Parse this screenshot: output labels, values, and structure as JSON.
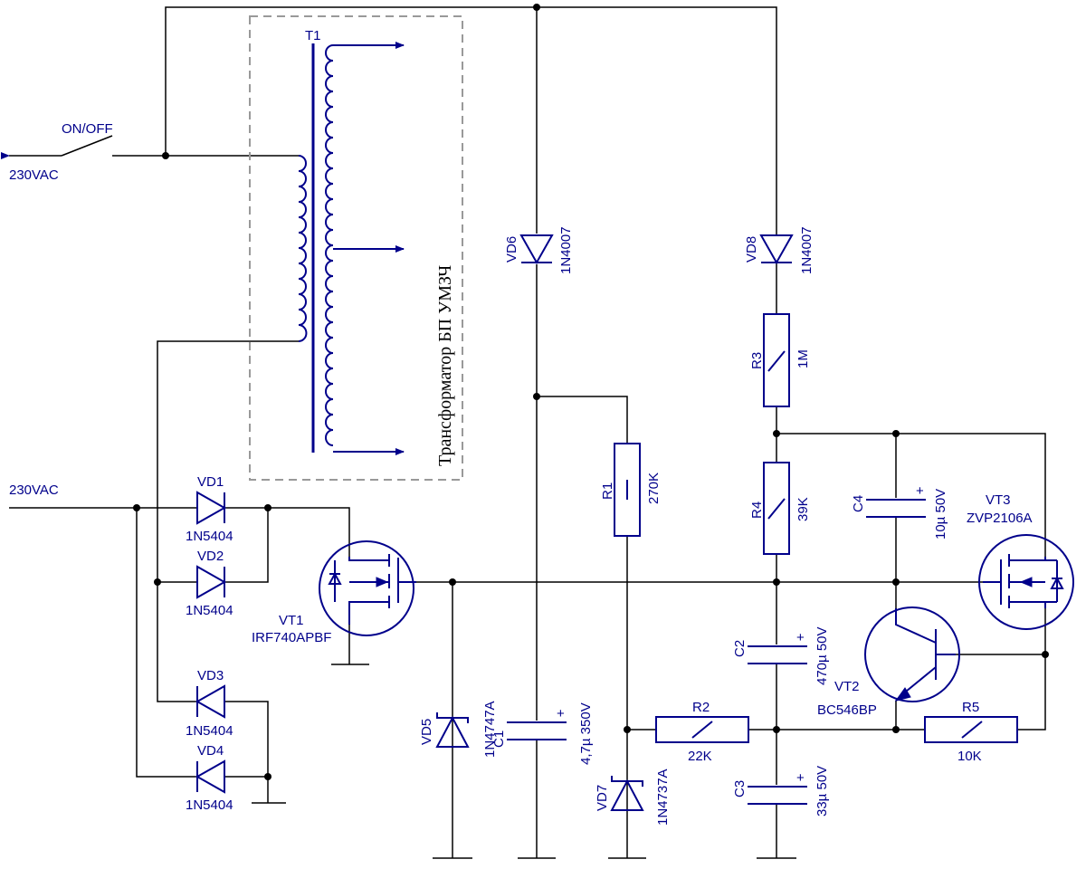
{
  "labels": {
    "on_off": "ON/OFF",
    "ac_top": "230VAC",
    "ac_bottom": "230VAC",
    "t1": "T1",
    "transformer": "Трансформатор БП УМЗЧ",
    "vd1": "VD1",
    "vd1_part": "1N5404",
    "vd2": "VD2",
    "vd2_part": "1N5404",
    "vd3": "VD3",
    "vd3_part": "1N5404",
    "vd4": "VD4",
    "vd4_part": "1N5404",
    "vt1": "VT1",
    "vt1_part": "IRF740APBF",
    "vd5": "VD5",
    "vd5_part": "1N4747A",
    "c1": "C1",
    "c1_val": "4,7µ 350V",
    "vd6": "VD6",
    "vd6_part": "1N4007",
    "r1": "R1",
    "r1_val": "270K",
    "vd7": "VD7",
    "vd7_part": "1N4737A",
    "r2": "R2",
    "r2_val": "22K",
    "vd8": "VD8",
    "vd8_part": "1N4007",
    "r3": "R3",
    "r3_val": "1M",
    "r4": "R4",
    "r4_val": "39K",
    "c2": "C2",
    "c2_val": "470µ 50V",
    "c3": "C3",
    "c3_val": "33µ 50V",
    "c4": "C4",
    "c4_val": "10µ 50V",
    "vt2": "VT2",
    "vt2_part": "BC546BP",
    "vt3": "VT3",
    "vt3_part": "ZVP2106A",
    "r5": "R5",
    "r5_val": "10K",
    "plus": "+"
  },
  "colors": {
    "wire": "#000000",
    "component": "#00008b",
    "frame": "#999999"
  }
}
